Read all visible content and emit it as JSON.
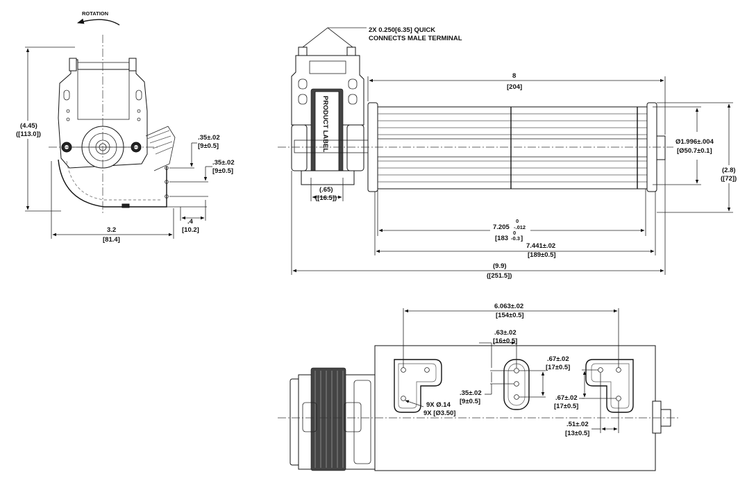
{
  "labels": {
    "rotation": "ROTATION",
    "terminal_line1": "2X 0.250[6.35] QUICK",
    "terminal_line2": "CONNECTS MALE TERMINAL",
    "product_label": "PRODUCT LABEL",
    "hole_count_in": "9X Ø.14",
    "hole_count_mm": "9X [Ø3.50]"
  },
  "dims": {
    "height_in": "(4.45)",
    "height_mm": "([113.0])",
    "width_in": "3.2",
    "width_mm": "[81.4]",
    "offset_in": ".4",
    "offset_mm": "[10.2]",
    "pin1_in": ".35±.02",
    "pin1_mm": "[9±0.5]",
    "pin2_in": ".35±.02",
    "pin2_mm": "[9±0.5]",
    "overall_len_in": "8",
    "overall_len_mm": "[204]",
    "diameter_in": "Ø1.996±.004",
    "diameter_mm": "[Ø50.7±0.1]",
    "side_height_in": "(2.8)",
    "side_height_mm": "([72])",
    "motor_in": "(.65)",
    "motor_mm": "([16.5])",
    "wheel_len_in": "7.205",
    "wheel_len_in_tol_upper": "0",
    "wheel_len_in_tol_lower": "-.012",
    "wheel_len_mm": "[183",
    "wheel_len_mm_tol_upper": "0",
    "wheel_len_mm_tol_lower": "-0.3",
    "wheel_len_mm_close": "]",
    "housing_len_in": "7.441±.02",
    "housing_len_mm": "[189±0.5]",
    "total_len_in": "(9.9)",
    "total_len_mm": "([251.5])",
    "mount_span_in": "6.063±.02",
    "mount_span_mm": "[154±0.5]",
    "mid_span_in": ".63±.02",
    "mid_span_mm": "[16±0.5]",
    "right_pair_in": ".67±.02",
    "right_pair_mm": "[17±0.5]",
    "left_vert_in": ".35±.02",
    "left_vert_mm": "[9±0.5]",
    "right_vert_in": ".67±.02",
    "right_vert_mm": "[17±0.5]",
    "bottom_in": ".51±.02",
    "bottom_mm": "[13±0.5]"
  }
}
